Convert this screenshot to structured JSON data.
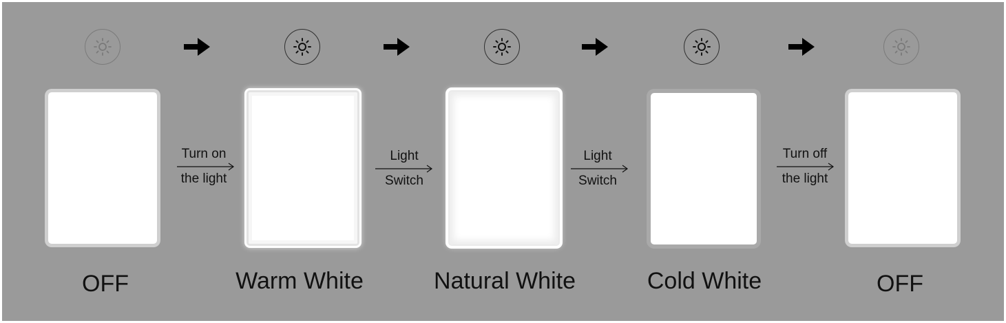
{
  "states": [
    {
      "label": "OFF",
      "bulb_icon": "sun-outline-icon-dim",
      "panel_style": "off"
    },
    {
      "label": "Warm White",
      "bulb_icon": "sun-outline-icon",
      "panel_style": "warm"
    },
    {
      "label": "Natural White",
      "bulb_icon": "sun-outline-icon",
      "panel_style": "natural"
    },
    {
      "label": "Cold White",
      "bulb_icon": "sun-outline-icon",
      "panel_style": "cold"
    },
    {
      "label": "OFF",
      "bulb_icon": "sun-outline-icon-dim",
      "panel_style": "off"
    }
  ],
  "transitions": [
    {
      "line1": "Turn on",
      "line2": "the light"
    },
    {
      "line1": "Light",
      "line2": "Switch"
    },
    {
      "line1": "Light",
      "line2": "Switch"
    },
    {
      "line1": "Turn off",
      "line2": "the light"
    }
  ],
  "colors": {
    "background": "#9a9a9a",
    "panel": "#ffffff",
    "text": "#111111"
  }
}
